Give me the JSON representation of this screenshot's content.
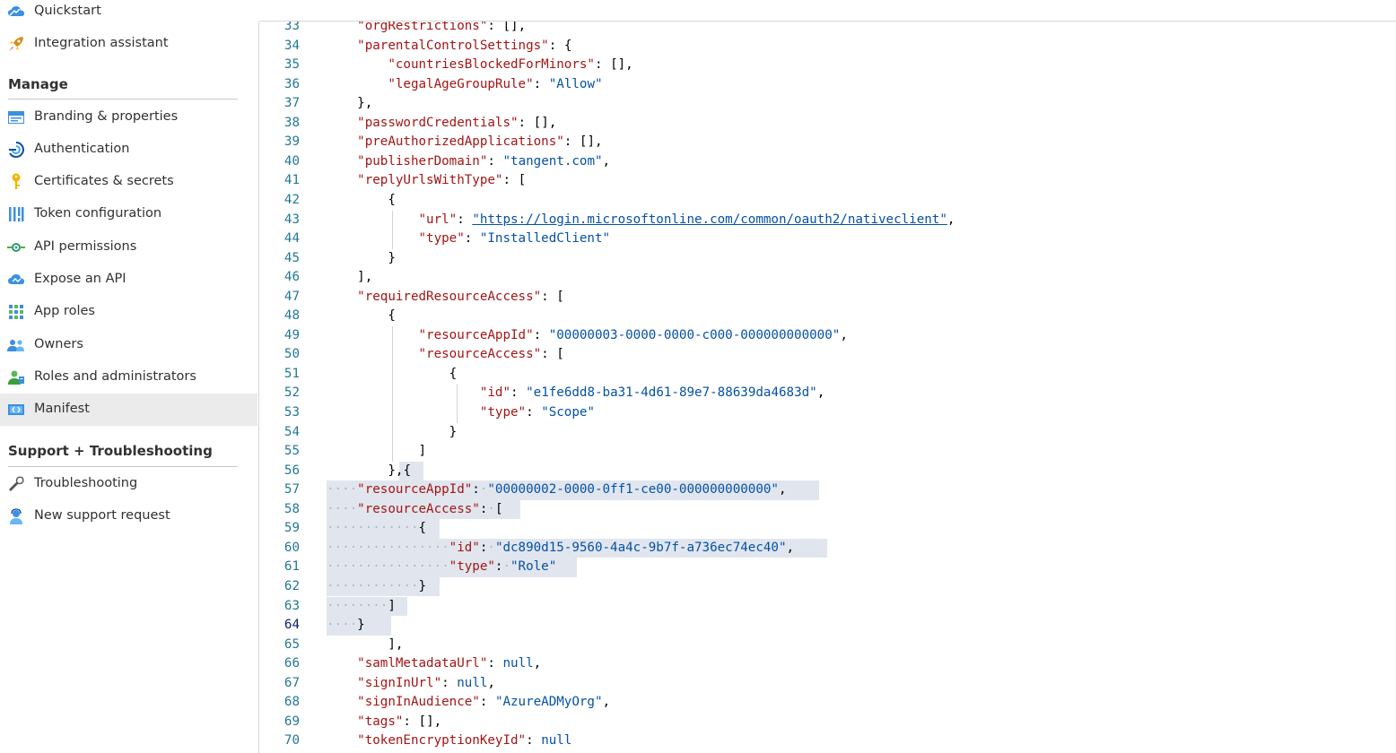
{
  "sidebar": {
    "top_items": [
      {
        "label": "Quickstart",
        "icon": "cloud-quickstart-icon"
      },
      {
        "label": "Integration assistant",
        "icon": "rocket-icon"
      }
    ],
    "manage": {
      "title": "Manage",
      "items": [
        {
          "label": "Branding & properties",
          "icon": "branding-icon"
        },
        {
          "label": "Authentication",
          "icon": "authentication-icon"
        },
        {
          "label": "Certificates & secrets",
          "icon": "key-icon"
        },
        {
          "label": "Token configuration",
          "icon": "token-bars-icon"
        },
        {
          "label": "API permissions",
          "icon": "api-permissions-icon"
        },
        {
          "label": "Expose an API",
          "icon": "cloud-api-icon"
        },
        {
          "label": "App roles",
          "icon": "app-roles-grid-icon"
        },
        {
          "label": "Owners",
          "icon": "owners-people-icon"
        },
        {
          "label": "Roles and administrators",
          "icon": "roles-admin-icon"
        },
        {
          "label": "Manifest",
          "icon": "manifest-icon",
          "active": true
        }
      ]
    },
    "support": {
      "title": "Support + Troubleshooting",
      "items": [
        {
          "label": "Troubleshooting",
          "icon": "wrench-icon"
        },
        {
          "label": "New support request",
          "icon": "support-person-icon"
        }
      ]
    }
  },
  "editor": {
    "line_numbers": [
      "33",
      "34",
      "35",
      "36",
      "37",
      "38",
      "39",
      "40",
      "41",
      "42",
      "43",
      "44",
      "45",
      "46",
      "47",
      "48",
      "49",
      "50",
      "51",
      "52",
      "53",
      "54",
      "55",
      "56",
      "57",
      "58",
      "59",
      "60",
      "61",
      "62",
      "63",
      "64",
      "65",
      "66",
      "67",
      "68",
      "69",
      "70"
    ],
    "code_lines": [
      "    \"orgRestrictions\": [],",
      "    \"parentalControlSettings\": {",
      "        \"countriesBlockedForMinors\": [],",
      "        \"legalAgeGroupRule\": \"Allow\"",
      "    },",
      "    \"passwordCredentials\": [],",
      "    \"preAuthorizedApplications\": [],",
      "    \"publisherDomain\": \"tangent.com\",",
      "    \"replyUrlsWithType\": [",
      "        {",
      "            \"url\": \"https://login.microsoftonline.com/common/oauth2/nativeclient\",",
      "            \"type\": \"InstalledClient\"",
      "        }",
      "    ],",
      "    \"requiredResourceAccess\": [",
      "        {",
      "            \"resourceAppId\": \"00000003-0000-0000-c000-000000000000\",",
      "            \"resourceAccess\": [",
      "                {",
      "                    \"id\": \"e1fe6dd8-ba31-4d61-89e7-88639da4683d\",",
      "                    \"type\": \"Scope\"",
      "                }",
      "            ]",
      "        },{",
      "    \"resourceAppId\": \"00000002-0000-0ff1-ce00-000000000000\",",
      "    \"resourceAccess\": [",
      "            {",
      "                \"id\": \"dc890d15-9560-4a4c-9b7f-a736ec74ec40\",",
      "                \"type\": \"Role\"",
      "            }",
      "        ]",
      "    }",
      "        ],",
      "    \"samlMetadataUrl\": null,",
      "    \"signInUrl\": null,",
      "    \"signInAudience\": \"AzureADMyOrg\",",
      "    \"tags\": [],",
      "    \"tokenEncryptionKeyId\": null"
    ],
    "selected_lines": [
      {
        "index": 23,
        "from": 9,
        "to": 12
      },
      {
        "index": 24,
        "from": 0,
        "to": 61
      },
      {
        "index": 25,
        "from": 0,
        "to": 24
      },
      {
        "index": 26,
        "from": 0,
        "to": 14
      },
      {
        "index": 27,
        "from": 0,
        "to": 62
      },
      {
        "index": 28,
        "from": 0,
        "to": 31
      },
      {
        "index": 29,
        "from": 0,
        "to": 14
      },
      {
        "index": 30,
        "from": 0,
        "to": 10
      },
      {
        "index": 31,
        "from": 0,
        "to": 8
      }
    ],
    "current_line_index": 31,
    "colors": {
      "key": "#a31515",
      "string": "#0451a5",
      "line_number": "#237893",
      "selection": "#e1e6ee"
    }
  }
}
